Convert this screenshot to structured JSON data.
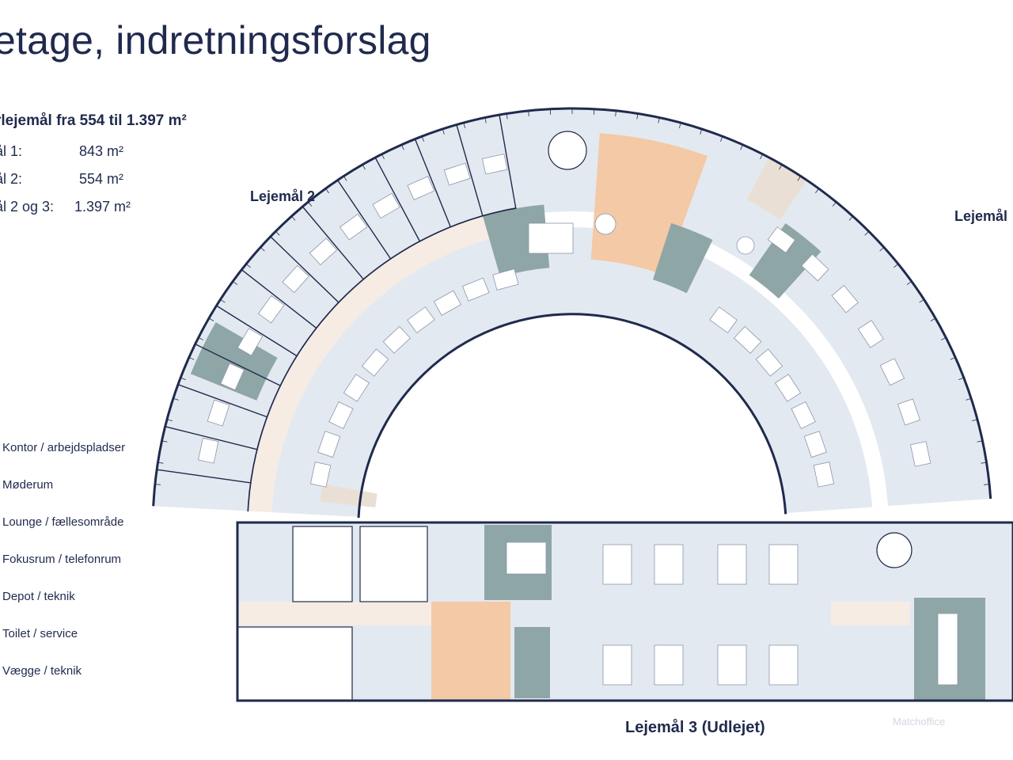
{
  "title": "etage, indretningsforslag",
  "summary": {
    "heading": "rlejemål fra 554 til 1.397 m²",
    "rows": [
      {
        "label": "ål 1:",
        "value": "843 m²"
      },
      {
        "label": "ål 2:",
        "value": "554 m²"
      },
      {
        "label": "ål 2 og 3:",
        "value": "1.397 m²"
      }
    ]
  },
  "legend": [
    {
      "label": "Kontor / arbejdspladser",
      "color": "#e3e9f0"
    },
    {
      "label": "Møderum",
      "color": "#8fa6a6"
    },
    {
      "label": "Lounge / fællesområde",
      "color": "#f3c9a6"
    },
    {
      "label": "Fokusrum / telefonrum",
      "color": "#d5dde6"
    },
    {
      "label": "Depot / teknik",
      "color": "#eadfd4"
    },
    {
      "label": "Toilet / service",
      "color": "#ffffff"
    },
    {
      "label": "Vægge / teknik",
      "color": "#1f2a4d"
    }
  ],
  "plan": {
    "label_lejemaal_1": "Lejemål",
    "label_lejemaal_2": "Lejemål 2",
    "label_lejemaal_3": "Lejemål 3 (Udlejet)",
    "colors": {
      "office": "#e3e9f0",
      "meeting": "#8fa6a6",
      "lounge": "#f3c9a6",
      "corridor": "#f6ece3",
      "depot": "#eadfd4",
      "wall": "#1f2a4d",
      "desk": "#ffffff"
    }
  },
  "watermark": "Matchoffice"
}
